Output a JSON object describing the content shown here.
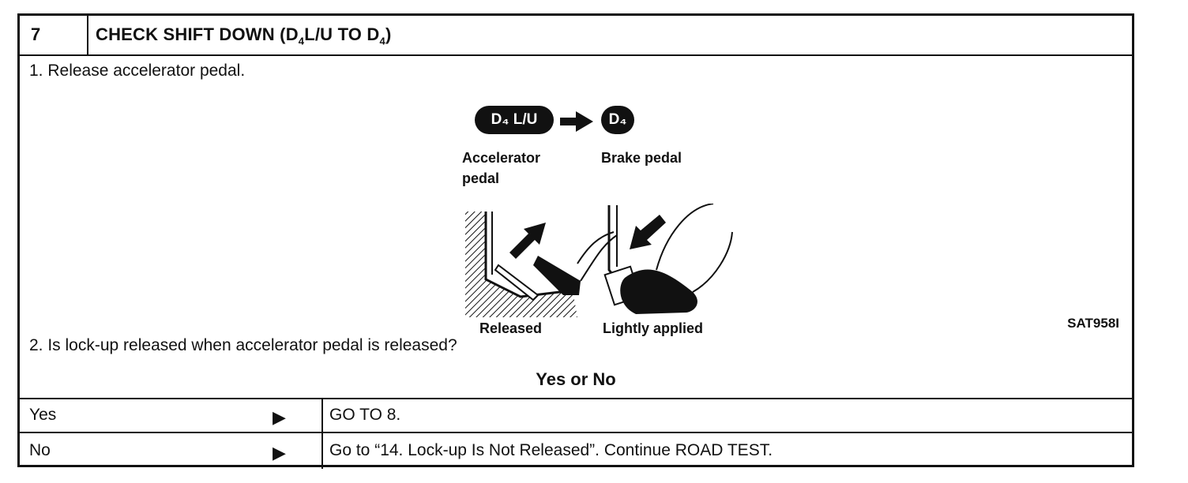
{
  "header": {
    "step_number": "7",
    "title_main": "CHECK SHIFT DOWN (D",
    "title_sub1": "4",
    "title_mid": "L/U TO D",
    "title_sub2": "4",
    "title_end": ")"
  },
  "instructions": {
    "step1": "1.  Release accelerator pedal.",
    "step2": "2.  Is lock-up released when accelerator pedal is released?"
  },
  "figure": {
    "from_badge": "D₄ L/U",
    "to_badge": "D₄",
    "left_caption": "Accelerator",
    "left_caption2": "pedal",
    "right_caption": "Brake  pedal",
    "left_state": "Released",
    "right_state": "Lightly  applied",
    "code": "SAT958I"
  },
  "question_heading": "Yes or No",
  "answers": [
    {
      "label": "Yes",
      "action": "GO TO 8."
    },
    {
      "label": "No",
      "action": "Go to “14. Lock-up Is Not Released”. Continue ROAD TEST."
    }
  ]
}
